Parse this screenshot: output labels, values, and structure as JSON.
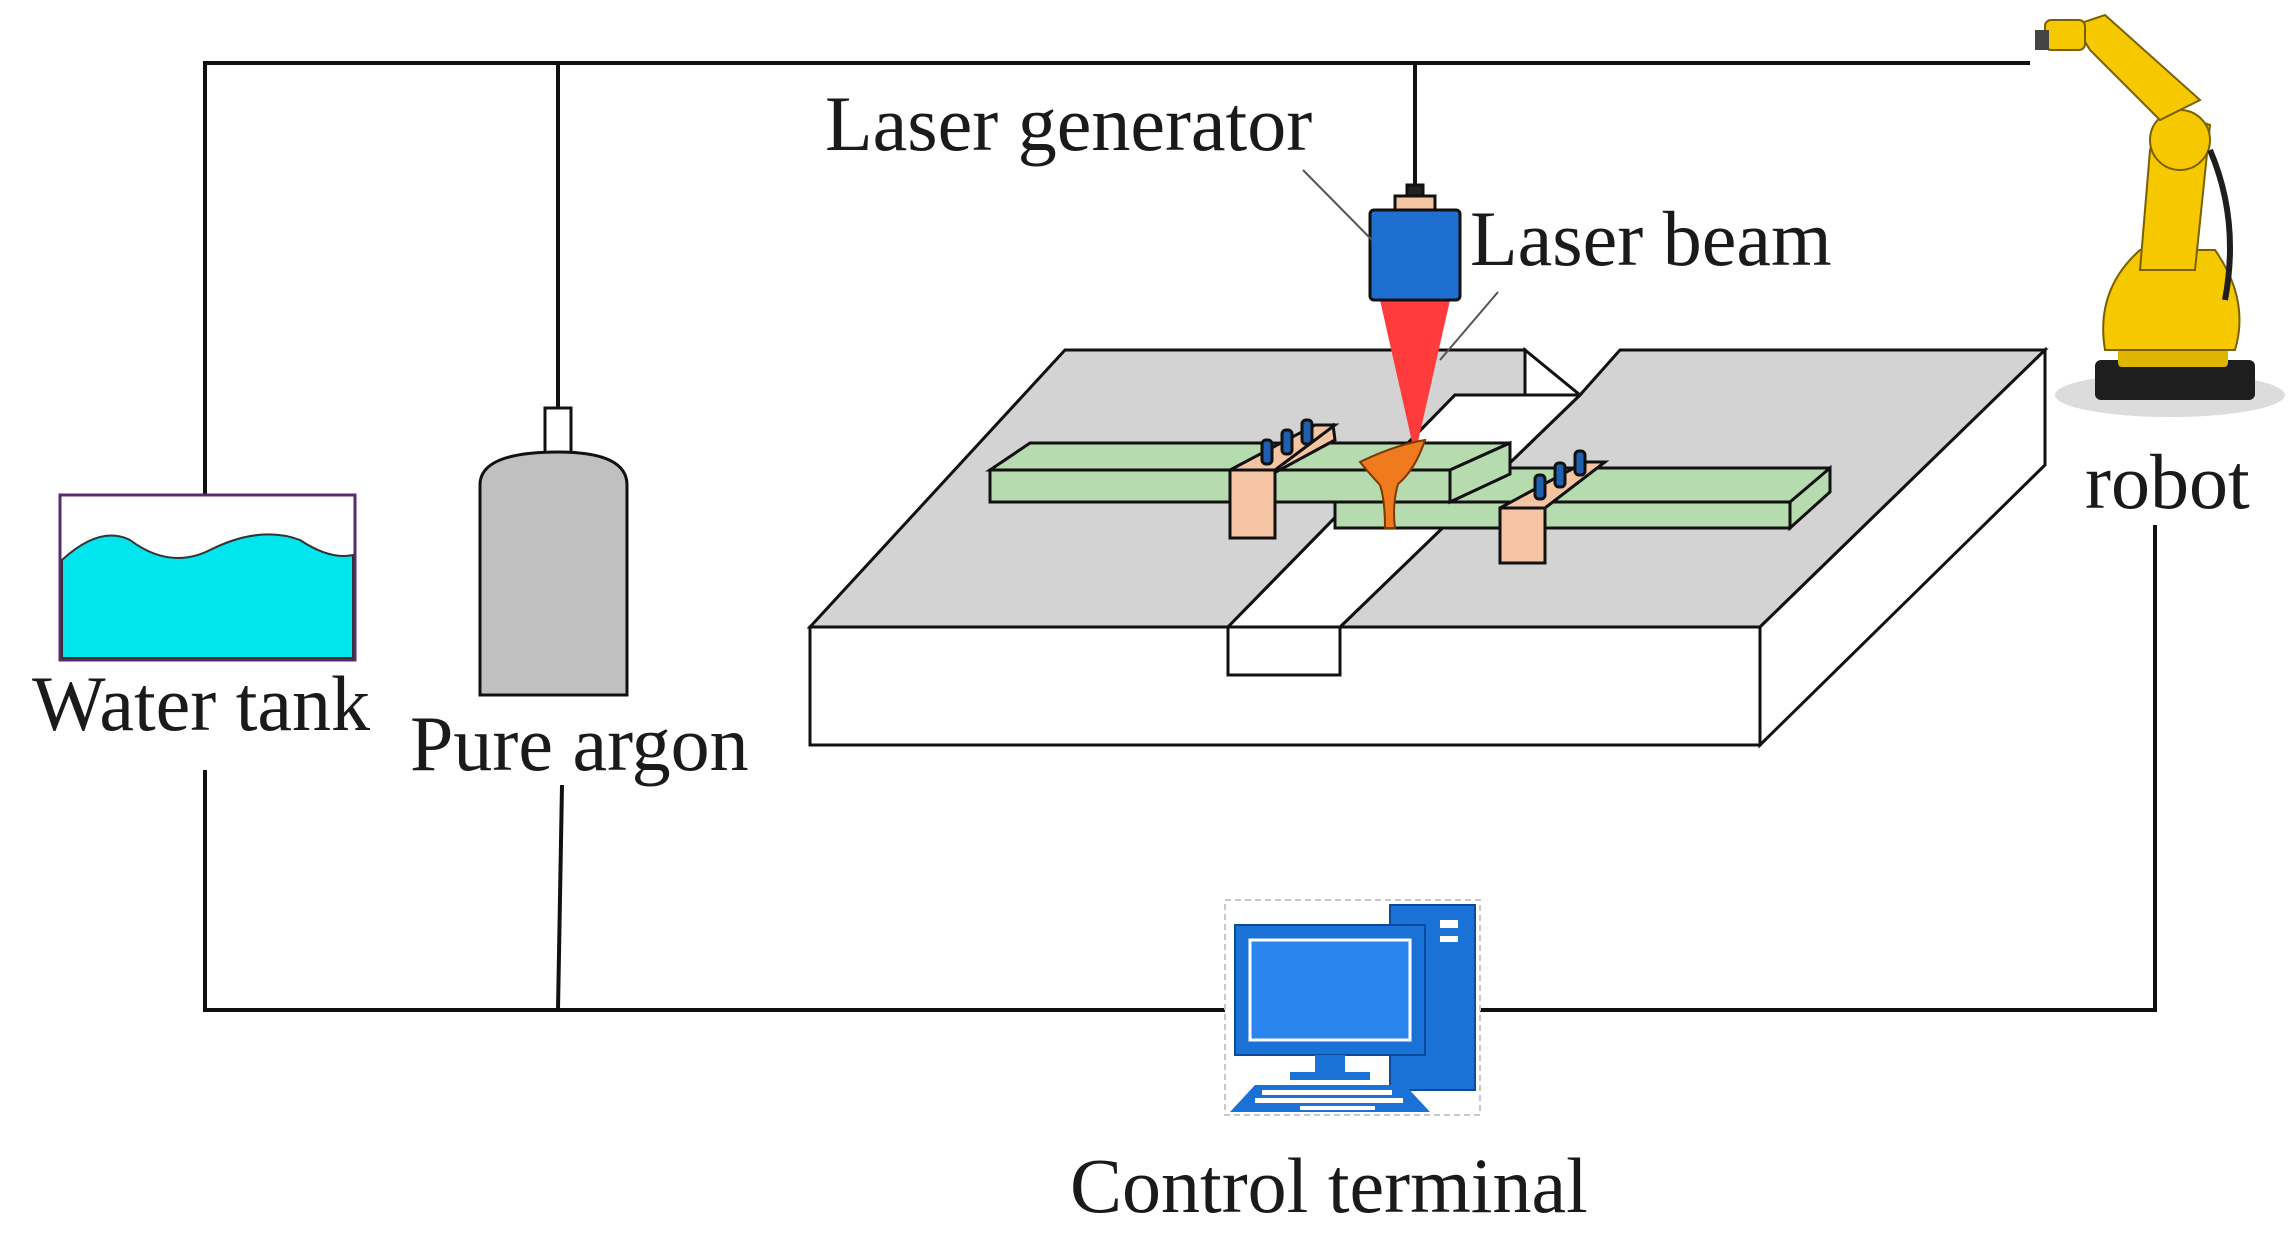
{
  "labels": {
    "laser_generator": "Laser generator",
    "laser_beam": "Laser beam",
    "robot": "robot",
    "water_tank": "Water tank",
    "pure_argon": "Pure argon",
    "control_terminal": "Control terminal"
  },
  "colors": {
    "line": "#111111",
    "platform_top": "#d3d3d3",
    "platform_side": "#ffffff",
    "workpiece": "#b6dbaf",
    "clamp": "#f5c4a2",
    "clamp_bolt": "#1f5fb0",
    "laser_head": "#1e6fd0",
    "laser_collar": "#f5c4a2",
    "laser_beam": "#ff3b3b",
    "weld_pool": "#f07a1e",
    "water": "#00e5ee",
    "tank_border": "#5a2a6a",
    "argon_cylinder": "#c0c0c0",
    "computer": "#1b72d6",
    "robot_body": "#f6c800",
    "robot_base": "#1e1e1e"
  },
  "icons": [
    "laser-head-icon",
    "robot-arm-icon",
    "water-tank-icon",
    "argon-cylinder-icon",
    "computer-icon"
  ]
}
